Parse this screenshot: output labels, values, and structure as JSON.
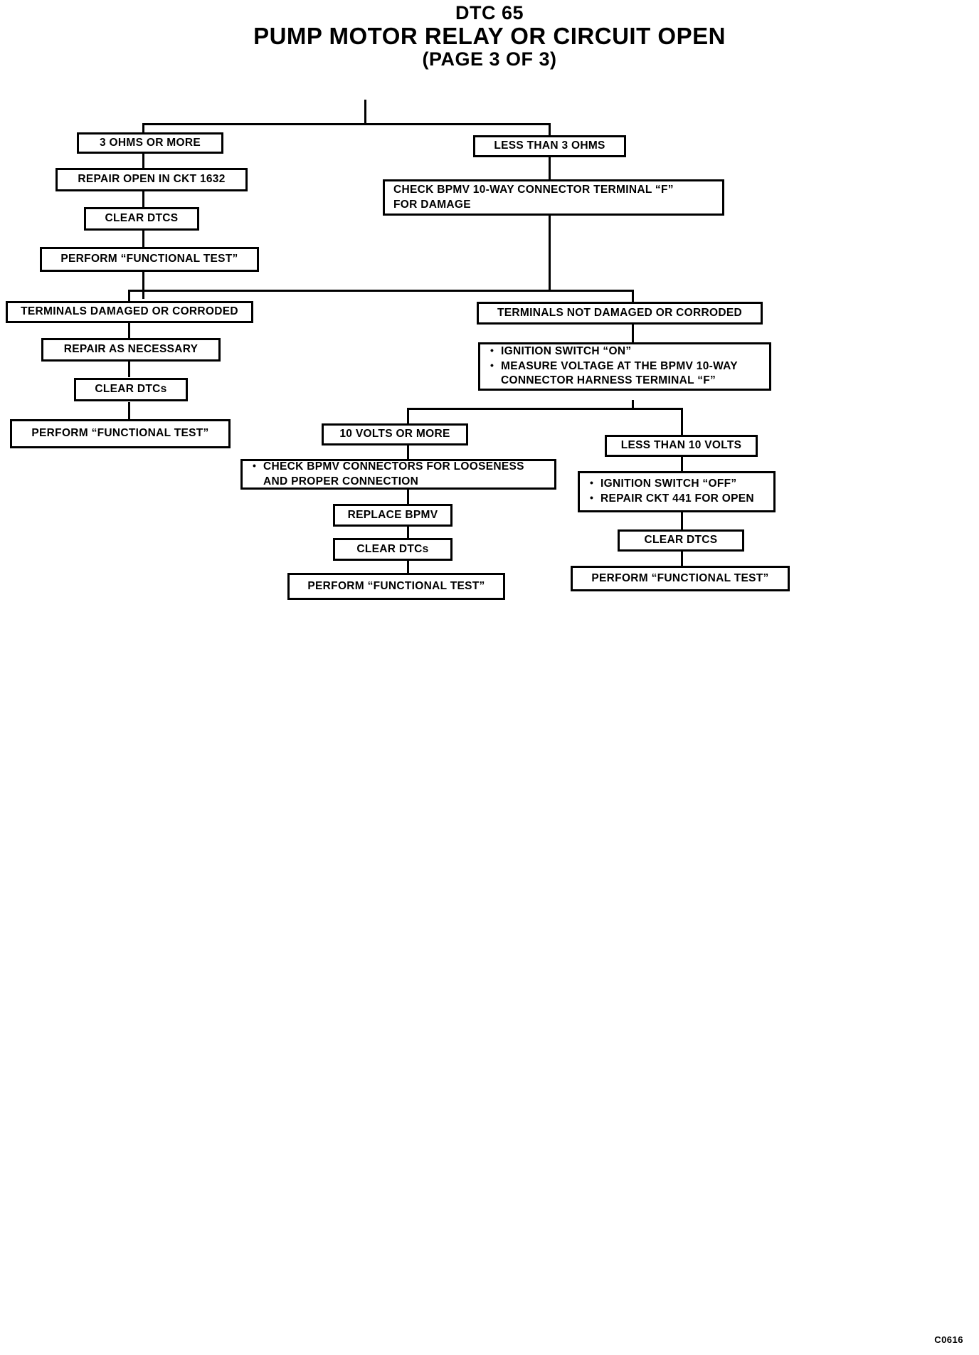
{
  "title": {
    "line1": "DTC 65",
    "line2": "PUMP MOTOR RELAY OR CIRCUIT OPEN",
    "line3": "(PAGE 3 OF 3)"
  },
  "footer": {
    "code": "C0616"
  },
  "nodes": {
    "three_ohms_or_more": "3 OHMS OR MORE",
    "repair_open_ckt_1632": "REPAIR OPEN IN CKT 1632",
    "clear_dtcs_left": "CLEAR DTCS",
    "functional_test_left": "PERFORM “FUNCTIONAL TEST”",
    "less_than_three_ohms": "LESS THAN 3 OHMS",
    "check_bpmv_connector_line1": "CHECK BPMV 10-WAY CONNECTOR TERMINAL “F”",
    "check_bpmv_connector_line2": "FOR DAMAGE",
    "terminals_damaged": "TERMINALS DAMAGED OR CORRODED",
    "repair_as_necessary": "REPAIR AS NECESSARY",
    "clear_dtcs_damaged": "CLEAR DTCs",
    "functional_test_damaged": "PERFORM “FUNCTIONAL TEST”",
    "terminals_not_damaged": "TERMINALS NOT DAMAGED OR CORRODED",
    "measure_bullet_1": "IGNITION SWITCH “ON”",
    "measure_bullet_2_line1": "MEASURE VOLTAGE AT THE BPMV 10-WAY",
    "measure_bullet_2_line2": "CONNECTOR HARNESS TERMINAL “F”",
    "ten_volts_or_more": "10 VOLTS OR MORE",
    "check_bpmv_loose_line1": "CHECK BPMV CONNECTORS FOR LOOSENESS",
    "check_bpmv_loose_line2": "AND PROPER CONNECTION",
    "replace_bpmv": "REPLACE BPMV",
    "clear_dtcs_mid": "CLEAR DTCs",
    "functional_test_mid": "PERFORM “FUNCTIONAL TEST”",
    "less_than_ten_volts": "LESS THAN 10 VOLTS",
    "ignition_off_bullet": "IGNITION SWITCH “OFF”",
    "repair_ckt_441_bullet": "REPAIR CKT 441 FOR OPEN",
    "clear_dtcs_right": "CLEAR DTCS",
    "functional_test_right": "PERFORM “FUNCTIONAL TEST”"
  }
}
